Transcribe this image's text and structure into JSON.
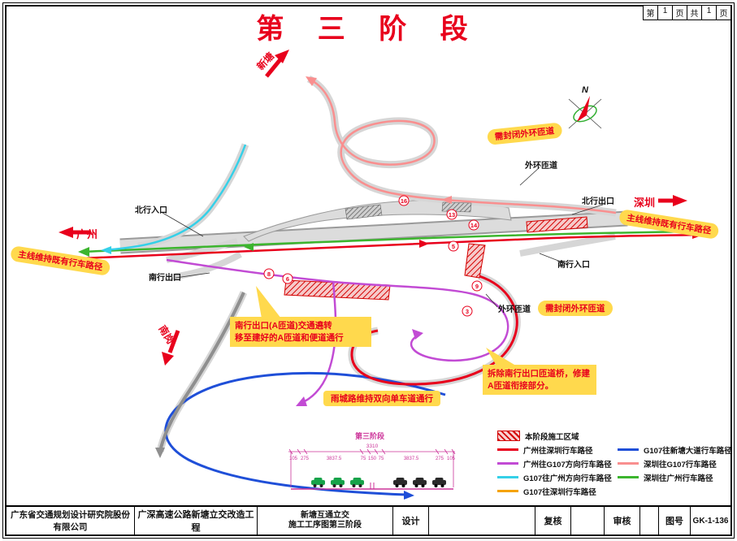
{
  "frame": {
    "page_box": [
      "第",
      "1",
      "页",
      "共",
      "1",
      "页"
    ]
  },
  "title": {
    "stage": "第 三 阶 段"
  },
  "compass": {
    "north": "N"
  },
  "directions": {
    "top": "新塘",
    "right": "深圳",
    "left": "广州",
    "bottom_left": "南岗"
  },
  "road_labels": {
    "north_exit": "北行出口",
    "north_entrance": "北行入口",
    "south_exit": "南行出口",
    "south_entrance": "南行入口",
    "outer_ramp_top": "外环匝道",
    "outer_ramp_bottom": "外环匝道"
  },
  "notes": {
    "mainline_left": "主线维持既有行车路径",
    "mainline_right": "主线维持既有行车路径",
    "close_outer_ramp_top": "需封闭外环匝道",
    "close_outer_ramp_bottom": "需封闭外环匝道",
    "detour_line1": "南行出口(A匝道)交通遶转",
    "detour_line2": "移至建好的A匝道和便道通行",
    "road_keep": "雨城路维持双向单车道通行",
    "demolish_line1": "拆除南行出口匝道桥，修建",
    "demolish_line2": "A匝道衔接部分。"
  },
  "markers": [
    "16",
    "13",
    "14",
    "8",
    "6",
    "9",
    "5",
    "3"
  ],
  "cross_section": {
    "title": "第三阶段",
    "overall": "3310",
    "dims": [
      "105",
      "275",
      "3837.5",
      "75",
      "150",
      "75",
      "3837.5",
      "275",
      "105"
    ]
  },
  "legend": {
    "items": [
      {
        "label": "本阶段施工区域",
        "type": "hatch",
        "color": "#d40000"
      },
      {
        "label": "广州往深圳行车路径",
        "type": "line",
        "color": "#e8001c"
      },
      {
        "label": "广州往G107方向行车路径",
        "type": "line",
        "color": "#c24bd4"
      },
      {
        "label": "G107往广州方向行车路径",
        "type": "line",
        "color": "#35d0e8"
      },
      {
        "label": "G107往深圳行车路径",
        "type": "line",
        "color": "#f5a300"
      },
      {
        "label": "G107往新塘大道行车路径",
        "type": "line",
        "color": "#1f4fd8"
      },
      {
        "label": "深圳往G107行车路径",
        "type": "line",
        "color": "#f98f8f"
      },
      {
        "label": "深圳往广州行车路径",
        "type": "line",
        "color": "#3cb52e"
      }
    ]
  },
  "titleblock": {
    "company": "广东省交通规划设计研究院股份有限公司",
    "project": "广深高速公路新塘立交改造工程",
    "drawing_line1": "新塘互通立交",
    "drawing_line2": "施工工序图第三阶段",
    "design_label": "设计",
    "check_label": "复核",
    "audit_label": "审核",
    "figno_label": "图号",
    "figno_value": "GK-1-136"
  }
}
